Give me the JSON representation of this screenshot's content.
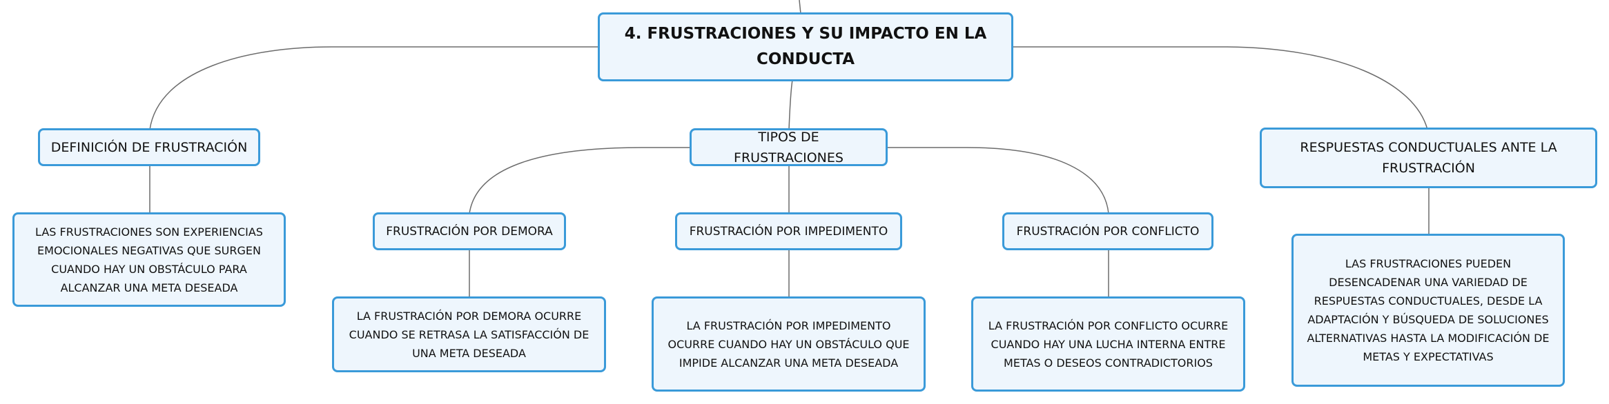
{
  "root": {
    "label": "4. FRUSTRACIONES Y SU IMPACTO EN LA CONDUCTA"
  },
  "branches": {
    "definicion": {
      "label": "DEFINICIÓN DE FRUSTRACIÓN",
      "detail": "LAS FRUSTRACIONES SON EXPERIENCIAS EMOCIONALES NEGATIVAS QUE SURGEN CUANDO HAY UN OBSTÁCULO PARA ALCANZAR UNA META DESEADA"
    },
    "tipos": {
      "label": "TIPOS DE FRUSTRACIONES",
      "children": {
        "demora": {
          "label": "FRUSTRACIÓN POR DEMORA",
          "detail": "LA FRUSTRACIÓN POR DEMORA OCURRE CUANDO SE RETRASA LA SATISFACCIÓN DE UNA META DESEADA"
        },
        "impedimento": {
          "label": "FRUSTRACIÓN POR IMPEDIMENTO",
          "detail": "LA FRUSTRACIÓN POR IMPEDIMENTO OCURRE CUANDO HAY UN OBSTÁCULO QUE IMPIDE ALCANZAR UNA META DESEADA"
        },
        "conflicto": {
          "label": "FRUSTRACIÓN POR CONFLICTO",
          "detail": "LA FRUSTRACIÓN POR CONFLICTO OCURRE CUANDO HAY UNA LUCHA INTERNA ENTRE METAS O DESEOS CONTRADICTORIOS"
        }
      }
    },
    "respuestas": {
      "label": "RESPUESTAS CONDUCTUALES ANTE LA FRUSTRACIÓN",
      "detail": "LAS FRUSTRACIONES PUEDEN DESENCADENAR UNA VARIEDAD DE RESPUESTAS CONDUCTUALES, DESDE LA ADAPTACIÓN Y BÚSQUEDA DE SOLUCIONES ALTERNATIVAS HASTA LA MODIFICACIÓN DE METAS Y EXPECTATIVAS"
    }
  },
  "colors": {
    "border": "#3a9ad9",
    "fill": "#eef6fd",
    "connector": "#6b6b6b",
    "text": "#111111"
  }
}
